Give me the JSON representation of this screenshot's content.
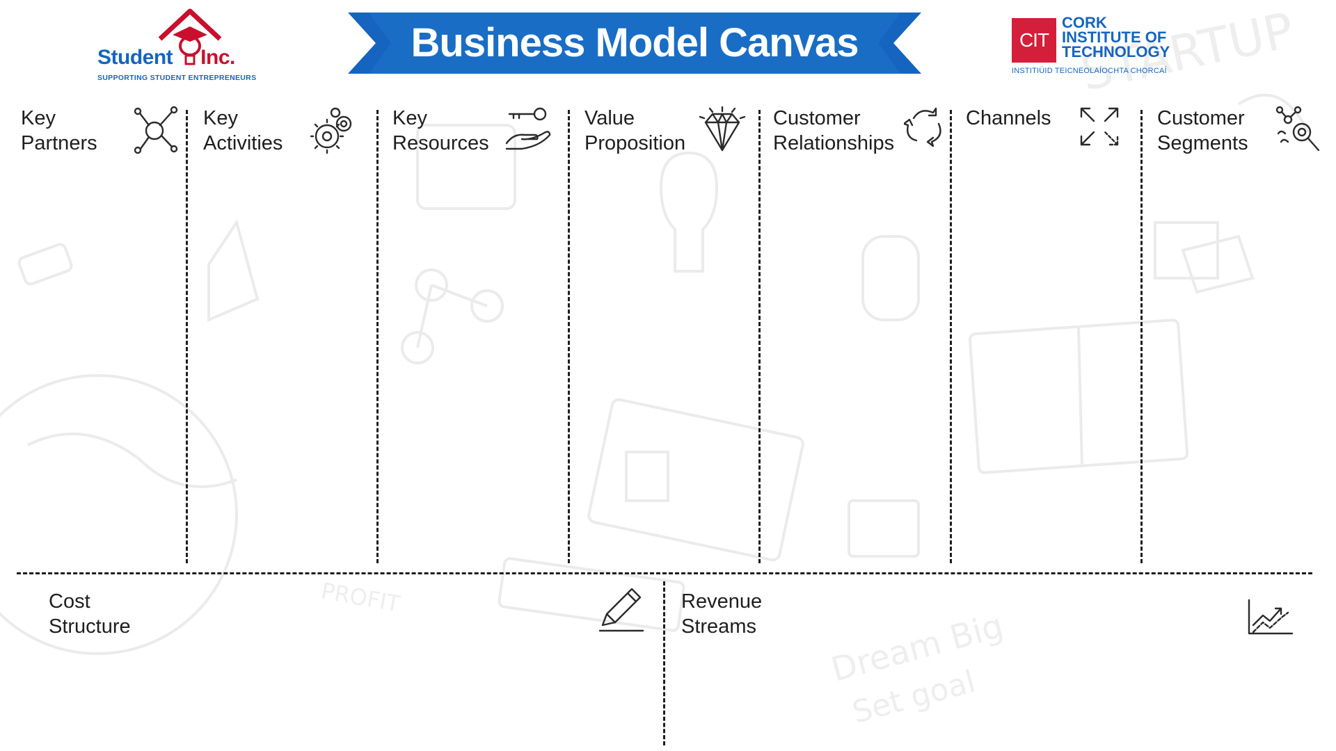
{
  "header": {
    "title": "Business Model Canvas",
    "left_logo": {
      "brand_student": "Student",
      "brand_inc": "Inc.",
      "tagline": "SUPPORTING STUDENT ENTREPRENEURS"
    },
    "right_logo": {
      "badge": "CIT",
      "name_line1": "CORK",
      "name_line2": "INSTITUTE OF",
      "name_line3": "TECHNOLOGY",
      "irish_name": "INSTITIÚID TEICNEOLAÍOCHTA CHORCAÍ"
    }
  },
  "sections": [
    {
      "id": "key-partners",
      "label": "Key\nPartners",
      "icon": "network-nodes-icon"
    },
    {
      "id": "key-activities",
      "label": "Key\nActivities",
      "icon": "gears-icon"
    },
    {
      "id": "key-resources",
      "label": "Key\nResources",
      "icon": "key-in-hand-icon"
    },
    {
      "id": "value-proposition",
      "label": "Value\nProposition",
      "icon": "diamond-icon"
    },
    {
      "id": "customer-relationships",
      "label": "Customer\nRelationships",
      "icon": "recycle-arrows-icon"
    },
    {
      "id": "channels",
      "label": "Channels",
      "icon": "expand-arrows-icon"
    },
    {
      "id": "customer-segments",
      "label": "Customer\nSegments",
      "icon": "magnifier-network-icon"
    },
    {
      "id": "cost-structure",
      "label": "Cost\nStructure",
      "icon": "pencil-icon"
    },
    {
      "id": "revenue-streams",
      "label": "Revenue\nStreams",
      "icon": "growth-chart-icon"
    }
  ],
  "colors": {
    "banner_blue": "#1565c0",
    "cit_red": "#d31f3a",
    "student_red": "#c8102e",
    "line_color": "#1e1e1e"
  }
}
